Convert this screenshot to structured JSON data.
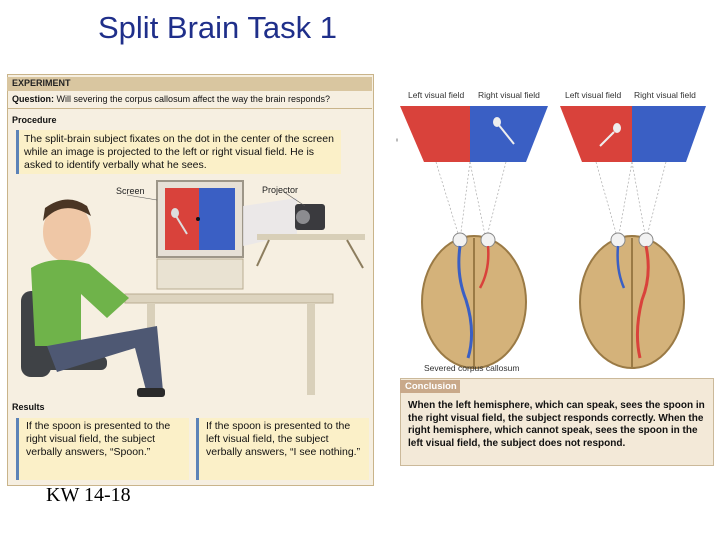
{
  "slide": {
    "title": "Split Brain Task 1",
    "footer": "KW 14-18"
  },
  "experiment": {
    "header": "EXPERIMENT",
    "question_label": "Question:",
    "question_text": "Will severing the corpus callosum affect the way the brain responds?",
    "procedure_label": "Procedure",
    "procedure_text": "The split-brain subject fixates on the dot in the center of the screen while an image is projected to the left or right visual field. He is asked to identify verbally what he sees.",
    "screen_label": "Screen",
    "projector_label": "Projector",
    "results_label": "Results",
    "result_left": "If the spoon is presented to the right visual field, the subject verbally answers, “Spoon.”",
    "result_right": "If the spoon is presented to the left visual field, the subject verbally answers, “I see nothing.”"
  },
  "diagram": {
    "left_visual_field_1": "Left visual field",
    "right_visual_field_1": "Right visual field",
    "left_visual_field_2": "Left visual field",
    "right_visual_field_2": "Right visual field",
    "severed_label": "Severed corpus callosum",
    "conclusion_label": "Conclusion",
    "conclusion_text": "When the left hemisphere, which can speak, sees the spoon in the right visual field, the subject responds correctly. When the right hemisphere, which cannot speak, sees the spoon in the left visual field, the subject does not respond."
  },
  "colors": {
    "title": "#1f2f8a",
    "red_field": "#d9423b",
    "blue_field": "#3a5fc4",
    "panel": "#f6efe1"
  }
}
